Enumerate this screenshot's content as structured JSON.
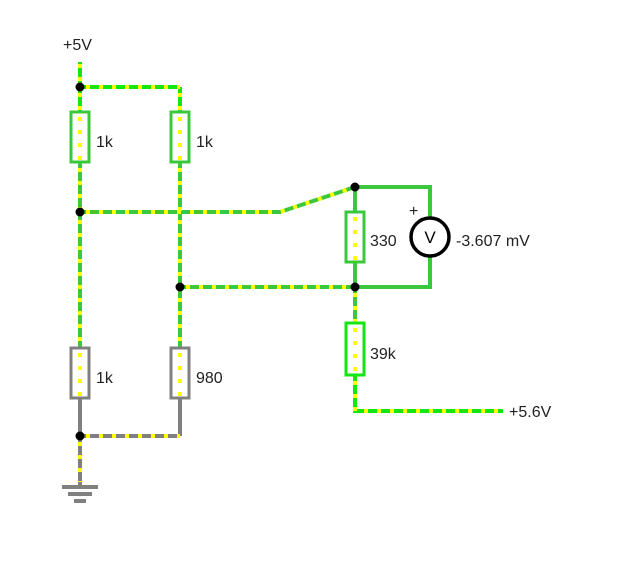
{
  "colors": {
    "wire_active": "#3cc83c",
    "wire_bright": "#14e614",
    "wire_gray": "#808080",
    "current_dots": "#ffff00",
    "node": "#000000",
    "meter": "#000000"
  },
  "supply": {
    "top_label": "+5V",
    "right_label": "+5.6V"
  },
  "resistors": {
    "r_top_left": "1k",
    "r_top_middle": "1k",
    "r_bottom_left": "1k",
    "r_bottom_middle": "980",
    "r_bridge": "330",
    "r_lower_right": "39k"
  },
  "voltmeter": {
    "symbol": "V",
    "polarity": "+",
    "reading": "-3.607 mV"
  },
  "ground": {
    "icon": "ground-icon"
  }
}
